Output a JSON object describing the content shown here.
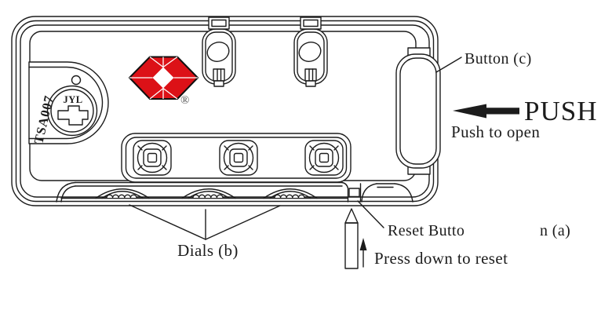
{
  "figure": {
    "background": "#ffffff",
    "line_color": "#1c1c1c"
  },
  "logo": {
    "name": "travel-sentry-diamond",
    "red": "#dc1117"
  },
  "markings": {
    "model": "TSA007",
    "brand": "JYL",
    "registered": "®"
  },
  "labels": {
    "button_c": "Button (c)",
    "push_word": "PUSH",
    "push_caption": "Push to open",
    "dials": "Dials (b)",
    "reset_left": "Reset Butto",
    "reset_right": "n (a)",
    "reset_caption": "Press down to reset"
  }
}
